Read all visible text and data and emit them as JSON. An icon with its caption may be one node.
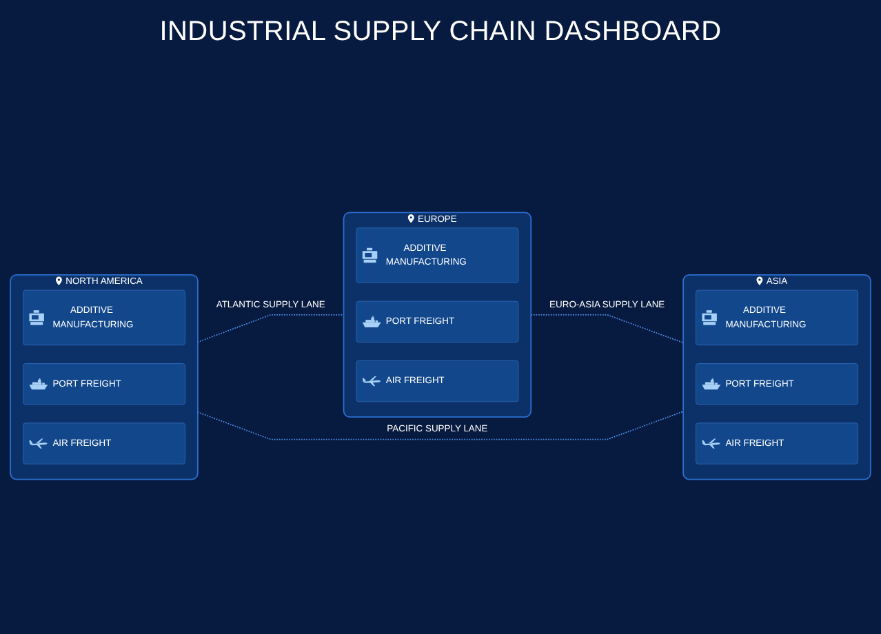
{
  "diagram": {
    "title": "INDUSTRIAL SUPPLY CHAIN DASHBOARD",
    "nodes": [
      {
        "text": [
          "NORTH AMERICA"
        ]
      },
      {
        "text": [
          "ADDITIVE MANUFACTURING"
        ],
        "in": 0
      },
      {
        "text": [
          "PORT FREIGHT"
        ],
        "in": 0
      },
      {
        "text": [
          "AIR FREIGHT"
        ],
        "in": 0
      },
      {
        "text": [
          "EUROPE"
        ]
      },
      {
        "text": [
          "ADDITIVE MANUFACTURING"
        ],
        "in": 4
      },
      {
        "text": [
          "PORT FREIGHT"
        ],
        "in": 4
      },
      {
        "text": [
          "AIR FREIGHT"
        ],
        "in": 4
      },
      {
        "text": [
          "ASIA"
        ]
      },
      {
        "text": [
          "ADDITIVE MANUFACTURING"
        ],
        "in": 8
      },
      {
        "text": [
          "PORT FREIGHT"
        ],
        "in": 8
      },
      {
        "text": [
          "AIR FREIGHT"
        ],
        "in": 8
      }
    ],
    "edges": [
      {
        "from": 0,
        "to": 4,
        "arrow": "none",
        "label": "ATLANTIC SUPPLY LANE",
        "style": "dashed"
      },
      {
        "from": 4,
        "to": 8,
        "arrow": "none",
        "label": "EURO-ASIA SUPPLY LANE",
        "style": "dashed"
      },
      {
        "from": 0,
        "to": 8,
        "arrow": "none",
        "label": "PACIFIC SUPPLY LANE",
        "style": "dashed"
      }
    ]
  }
}
